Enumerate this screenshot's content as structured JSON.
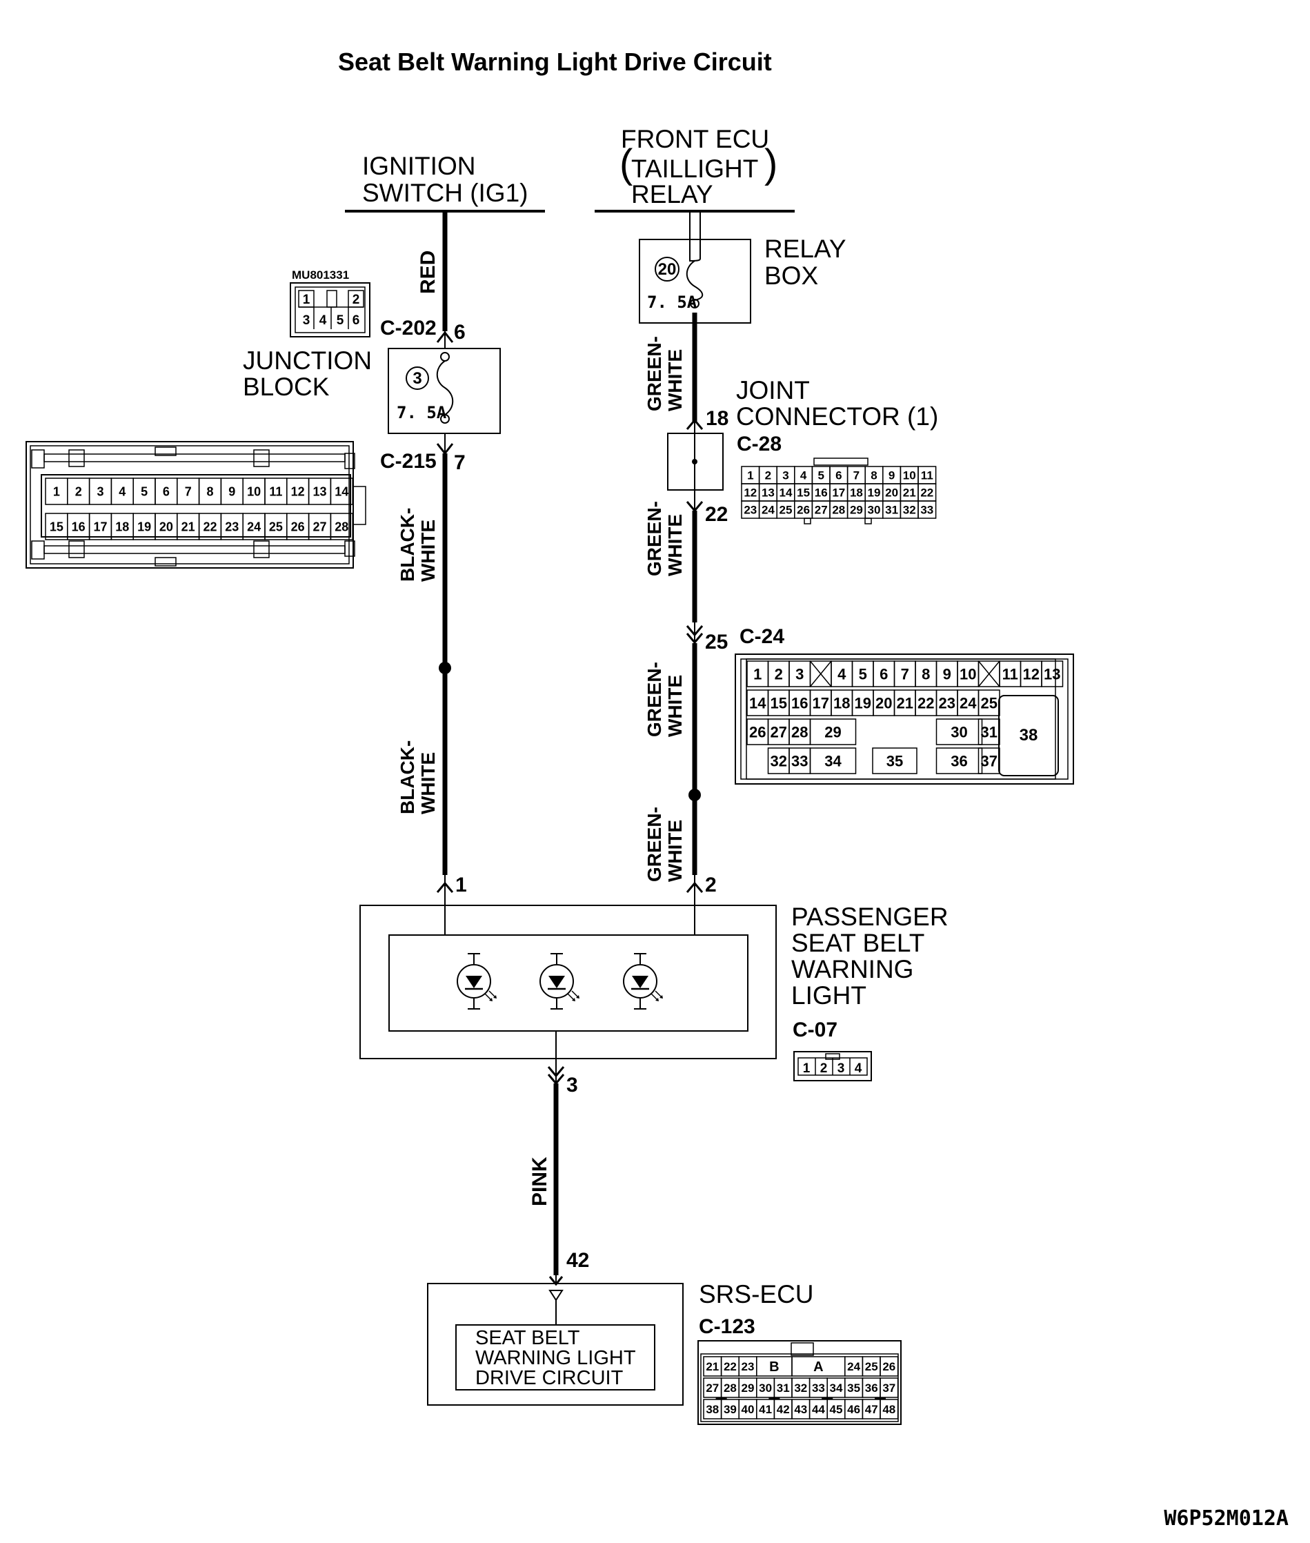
{
  "title": "Seat Belt Warning Light Drive Circuit",
  "sources": {
    "ignition": [
      "IGNITION",
      "SWITCH (IG1)"
    ],
    "front_ecu": {
      "line1": "FRONT ECU",
      "line2": "TAILLIGHT",
      "line3": "RELAY"
    }
  },
  "relay_box": {
    "label": [
      "RELAY",
      "BOX"
    ],
    "fuse_no": "20",
    "fuse_rating": "7. 5A"
  },
  "junction_block": {
    "label": [
      "JUNCTION",
      "BLOCK"
    ],
    "part_no": "MU801331",
    "fuse_no": "3",
    "fuse_rating": "7. 5A",
    "in_connector": "C-202",
    "in_pin": "6",
    "out_connector": "C-215",
    "out_pin": "7",
    "mini_connector": [
      "1",
      "2",
      "3",
      "4",
      "5",
      "6"
    ],
    "c215_row1": [
      "1",
      "2",
      "3",
      "4",
      "5",
      "6",
      "7",
      "8",
      "9",
      "10",
      "11",
      "12",
      "13",
      "14"
    ],
    "c215_row2": [
      "15",
      "16",
      "17",
      "18",
      "19",
      "20",
      "21",
      "22",
      "23",
      "24",
      "25",
      "26",
      "27",
      "28"
    ]
  },
  "joint_connector": {
    "label": [
      "JOINT",
      "CONNECTOR (1)"
    ],
    "connector": "C-28",
    "in_pin": "18",
    "out_pin": "22",
    "rows": [
      [
        "1",
        "2",
        "3",
        "4",
        "5",
        "6",
        "7",
        "8",
        "9",
        "10",
        "11"
      ],
      [
        "12",
        "13",
        "14",
        "15",
        "16",
        "17",
        "18",
        "19",
        "20",
        "21",
        "22"
      ],
      [
        "23",
        "24",
        "25",
        "26",
        "27",
        "28",
        "29",
        "30",
        "31",
        "32",
        "33"
      ]
    ]
  },
  "c24": {
    "connector": "C-24",
    "pin": "25",
    "row1": [
      "1",
      "2",
      "3",
      "4",
      "5",
      "6",
      "7",
      "8",
      "9",
      "10",
      "11",
      "12",
      "13"
    ],
    "row2": [
      "14",
      "15",
      "16",
      "17",
      "18",
      "19",
      "20",
      "21",
      "22",
      "23",
      "24",
      "25"
    ],
    "row3": [
      "26",
      "27",
      "28",
      "29",
      "30",
      "31"
    ],
    "row4": [
      "32",
      "33",
      "34",
      "35",
      "36",
      "37"
    ],
    "big": "38"
  },
  "wires": {
    "red": "RED",
    "black_white": [
      "BLACK-",
      "WHITE"
    ],
    "green_white": [
      "GREEN-",
      "WHITE"
    ],
    "pink": "PINK"
  },
  "passenger_light": {
    "label": [
      "PASSENGER",
      "SEAT BELT",
      "WARNING",
      "LIGHT"
    ],
    "connector": "C-07",
    "pin_left": "1",
    "pin_right": "2",
    "pin_out": "3",
    "pins": [
      "1",
      "2",
      "3",
      "4"
    ]
  },
  "srs_ecu": {
    "label": "SRS-ECU",
    "connector": "C-123",
    "pin": "42",
    "inner": [
      "SEAT BELT",
      "WARNING LIGHT",
      "DRIVE CIRCUIT"
    ],
    "row1_left": [
      "21",
      "22",
      "23"
    ],
    "row1_mid": [
      "B",
      "A"
    ],
    "row1_right": [
      "24",
      "25",
      "26"
    ],
    "row2": [
      "27",
      "28",
      "29",
      "30",
      "31",
      "32",
      "33",
      "34",
      "35",
      "36",
      "37"
    ],
    "row3": [
      "38",
      "39",
      "40",
      "41",
      "42",
      "43",
      "44",
      "45",
      "46",
      "47",
      "48"
    ]
  },
  "figure_code": "W6P52M012A"
}
